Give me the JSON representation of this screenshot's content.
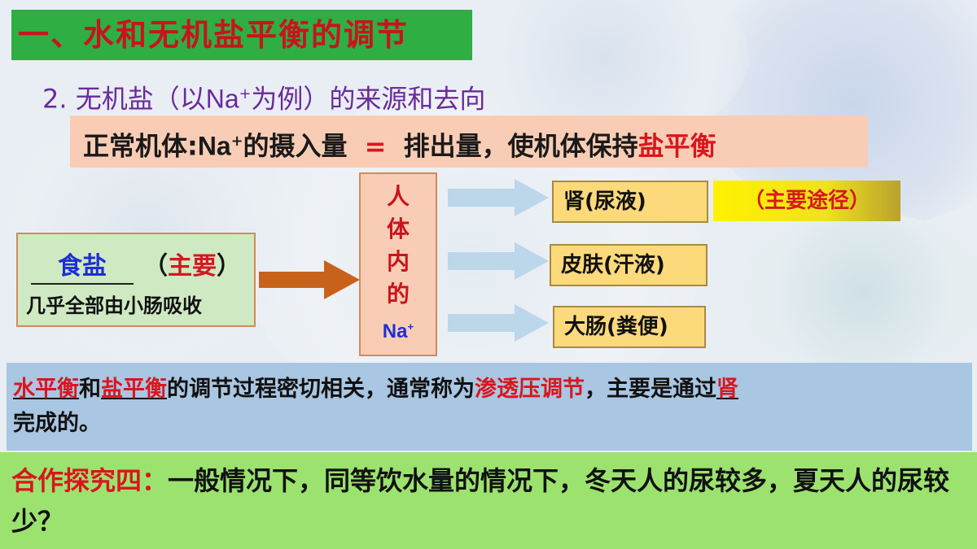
{
  "title": "一、水和无机盐平衡的调节",
  "subtitle": {
    "prefix": "2.",
    "before": "无机盐（以",
    "na": "Na",
    "charge": "+",
    "after": "为例）的来源和去向"
  },
  "normal_state": {
    "prefix": "正常机体:",
    "na": "Na",
    "charge": "+",
    "intake": "的摄入量",
    "equals": "=",
    "output": "排出量，使机体保持",
    "balance": "盐平衡"
  },
  "source": {
    "food": "食盐",
    "note_open": "（",
    "note": "主要",
    "note_close": "）",
    "absorb": "几乎全部由小肠吸收"
  },
  "body": {
    "chars": [
      "人",
      "体",
      "内",
      "的"
    ],
    "na": "Na",
    "charge": "+"
  },
  "routes": [
    {
      "label": "肾(尿液)"
    },
    {
      "label": "皮肤(汗液)"
    },
    {
      "label": "大肠(粪便)"
    }
  ],
  "main_route": "（主要途径）",
  "relation": {
    "water": "水平衡",
    "and": "和",
    "salt": "盐平衡",
    "text1": "的调节过程密切相关，通常称为",
    "osmotic": "渗透压调节",
    "text2": "，主要是通过",
    "kidney": "肾",
    "text3": "完成的。"
  },
  "explore": {
    "label": "合作探究四：",
    "question": "一般情况下，同等饮水量的情况下，冬天人的尿较多，夏天人的尿较少？"
  },
  "colors": {
    "title_bg": "#2fae44",
    "title_text": "#c8141c",
    "subtitle_text": "#6a2b9a",
    "peach": "#f9cdb5",
    "route_bg": "#fcd97a",
    "main_route_bg": "#fff200",
    "relation_bg": "#a9c6e2",
    "explore_bg": "#9ce26f",
    "in_arrow": "#c8621a",
    "out_arrow": "#bcd6ea"
  }
}
